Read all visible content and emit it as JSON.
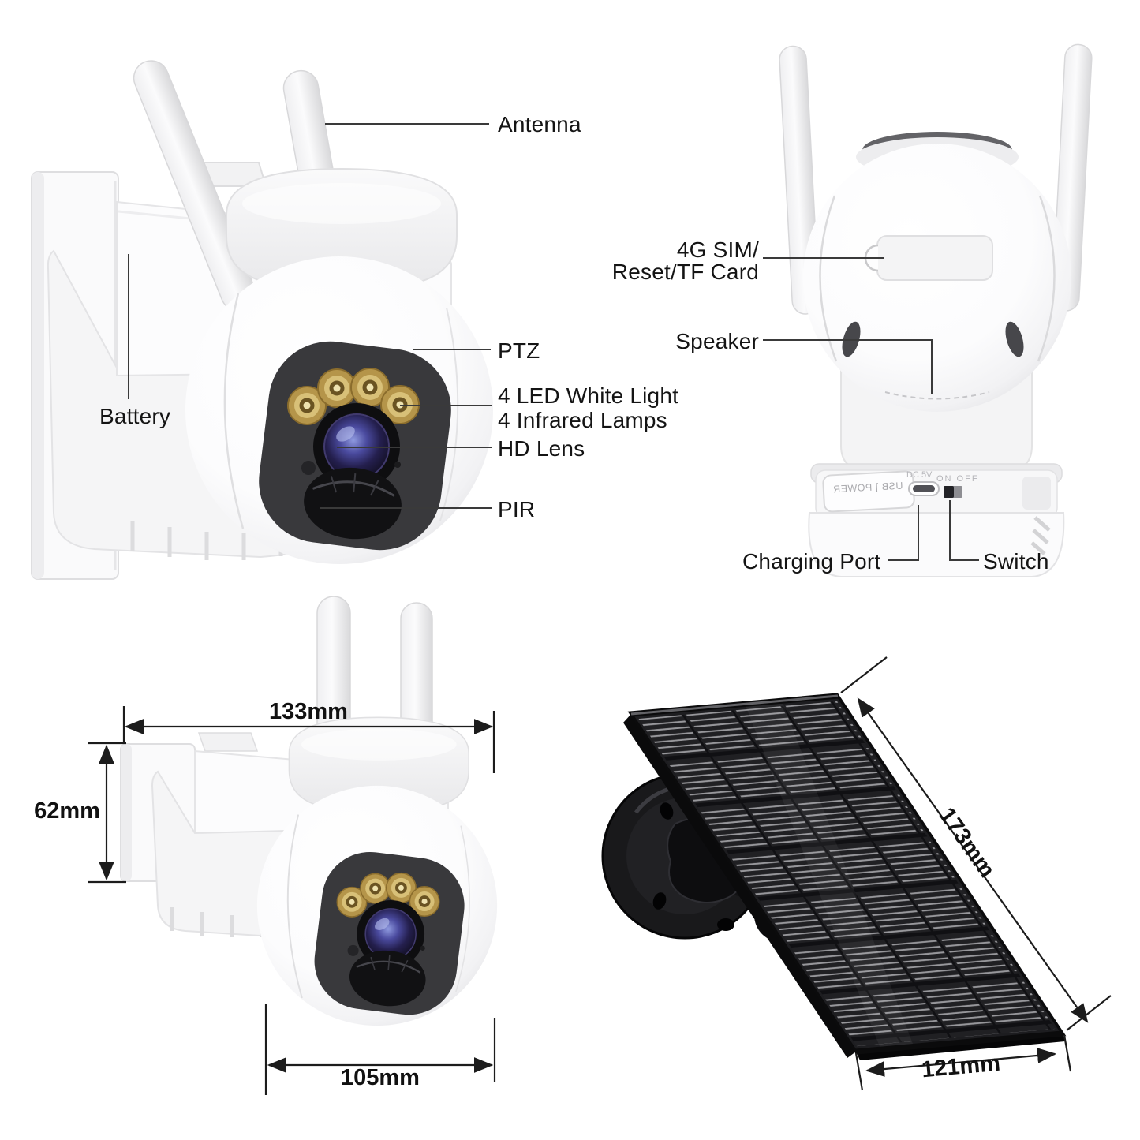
{
  "page": {
    "background": "#ffffff",
    "description": "Solar PTZ security camera product annotation diagram"
  },
  "side_view": {
    "antenna": "Antenna",
    "battery": "Battery",
    "ptz": "PTZ",
    "led_white_light": "4 LED White Light",
    "infrared_lamps": "4 Infrared Lamps",
    "hd_lens": "HD Lens",
    "pir": "PIR"
  },
  "back_view": {
    "sim_card_line1": "4G SIM/",
    "sim_card_line2": "Reset/TF Card",
    "speaker": "Speaker",
    "charging_port": "Charging Port",
    "switch": "Switch",
    "markings": {
      "usb_flap": "USB ] POWER",
      "port": "DC 5V",
      "switch": "ON OFF"
    }
  },
  "dimensions": {
    "camera_width": "133mm",
    "camera_bracket_height": "62mm",
    "camera_depth": "105mm",
    "solar_panel_length": "173mm",
    "solar_panel_width": "121mm"
  },
  "colors": {
    "text": "#141414",
    "line": "#1c1c1c",
    "camera_body": "#fafafb",
    "camera_face": "#39393c",
    "led_gold": "#b5954a",
    "lens_blue": "#4a4a9e",
    "panel_dark": "#1d1d20",
    "panel_grid": "#97979b"
  }
}
